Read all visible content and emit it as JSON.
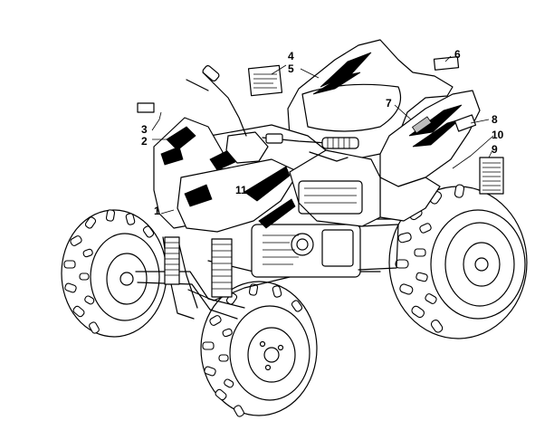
{
  "diagram": {
    "callouts": [
      {
        "id": "c1",
        "label": "1"
      },
      {
        "id": "c2",
        "label": "2"
      },
      {
        "id": "c3",
        "label": "3"
      },
      {
        "id": "c4",
        "label": "4"
      },
      {
        "id": "c5",
        "label": "5"
      },
      {
        "id": "c6",
        "label": "6"
      },
      {
        "id": "c7",
        "label": "7"
      },
      {
        "id": "c8",
        "label": "8"
      },
      {
        "id": "c9",
        "label": "9"
      },
      {
        "id": "c10",
        "label": "10"
      },
      {
        "id": "c11",
        "label": "11"
      }
    ],
    "line_color": "#000000",
    "background": "#ffffff"
  }
}
